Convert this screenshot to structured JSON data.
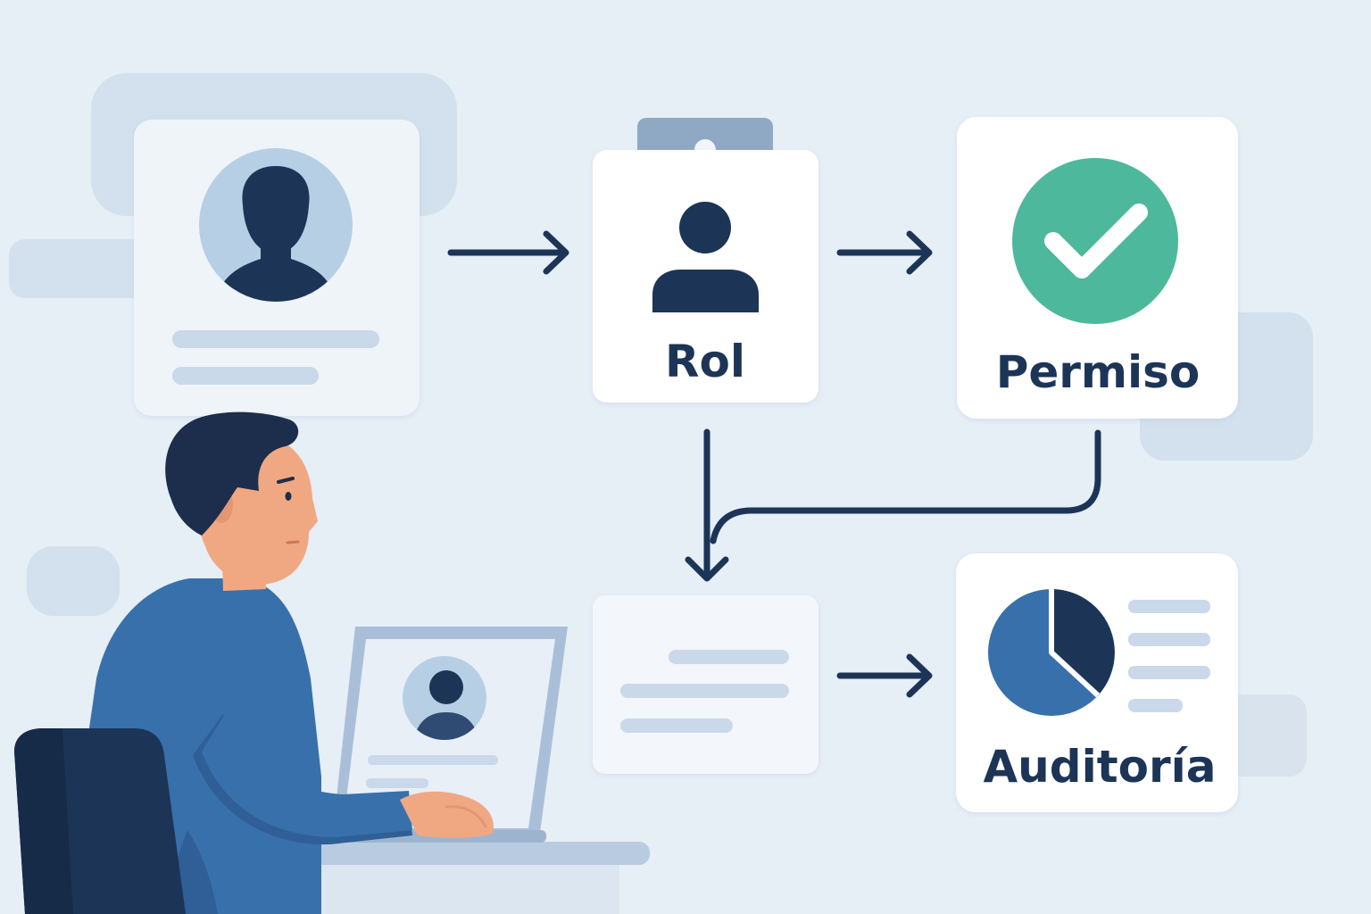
{
  "diagram": {
    "nodes": {
      "user_profile": {
        "label": ""
      },
      "role": {
        "label": "Rol"
      },
      "permission": {
        "label": "Permiso"
      },
      "record": {
        "label": ""
      },
      "audit": {
        "label": "Auditoría"
      }
    },
    "edges": [
      {
        "from": "user_profile",
        "to": "role"
      },
      {
        "from": "role",
        "to": "permission"
      },
      {
        "from": "role",
        "to": "record"
      },
      {
        "from": "permission",
        "to": "record"
      },
      {
        "from": "record",
        "to": "audit"
      }
    ]
  },
  "colors": {
    "background": "#e6eef6",
    "navy": "#1c3557",
    "blue": "#3870ab",
    "green": "#4db89c",
    "card": "#ffffff",
    "placeholder": "#c9d9ea"
  }
}
